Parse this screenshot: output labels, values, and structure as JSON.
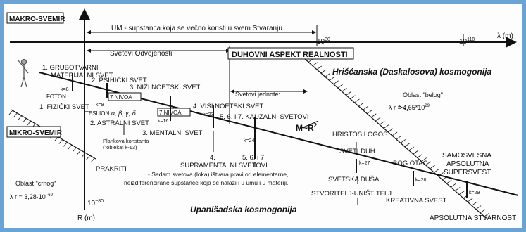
{
  "labels": {
    "makro": "MAKRO-SVEMIR",
    "mikro": "MIKRO-SVEMIR",
    "duhovni": "DUHOVNI ASPEKT REALNOSTI",
    "um": "UM - supstanca koja se večno koristi u svem Stvaranju.",
    "lambda_axis": "λ (m)",
    "r_axis": "R (m)",
    "exp30": "10",
    "exp30_sup": "30",
    "exp110": "10",
    "exp110_sup": "110",
    "exp80": "10",
    "exp80_sup": "−80",
    "svetovi_odvojenosti": "Svetovi Odvojenosti",
    "svetovi_jednote": "Svetovi jednote:",
    "hriscanska": "Hrišćanska (Daskalosova) kosmogonija",
    "upanisadska": "Upanišadska kosmogonija",
    "oblast_belog": "Oblast \"belog\"",
    "oblast_belog_val": "λ r = 4,65*10",
    "oblast_belog_sup": "29",
    "oblast_crnog": "Oblast \"crnog\"",
    "oblast_crnog_val": "λ r = 3,28·10",
    "oblast_crnog_sup": "−69",
    "m_r2": "M~R",
    "m_r2_sup": "2",
    "w1a": "1. GRUBOTVARNI",
    "w1b": "MATERIJALNI SVET",
    "w2": "2. PSIHIČKI SVET",
    "w3": "3. NIŽI NOETSKI SVET",
    "foton": "FOTON",
    "k8": "k=8",
    "k9": "k=9",
    "k16": "k=16",
    "k23": "k=23",
    "k24": "k=24",
    "k27": "k=27",
    "k28": "k=28",
    "k29": "k=29",
    "nivoa1": "7 NIVOA",
    "nivoa2": "7 NIVOA",
    "teslion": "TESLION",
    "greek": "α, β, γ, δ ...",
    "fizicki": "1. FIZIČKI SVET",
    "astralni": "2. ASTRALNI SVET",
    "mentalni": "3. MENTALNI SVET",
    "visi": "4. VIŠI NOETSKI SVET",
    "kauzalni": "5. 6. i 7. KAUZALNI SVETOVI",
    "four": "4.",
    "supramental": "SUPRAMENTALNI SVETOVI",
    "five67": "5. 6. i 7.",
    "planck1": "Plankova konstanta",
    "planck2": "(\"objekat k-13)",
    "prakriti": "PRAKRITI",
    "sedam1": "- Sedam svetova (loka) ištvara pravi od elementarne,",
    "sedam2": "neizdiferencirane supstance koja se nalazi i u umu i u materiji.",
    "hristos": "HRISTOS LOGOS",
    "sveti_duh": "SVETI DUH",
    "svetska_dusa": "SVETSKA DUŠA",
    "stvoritelj": "STVORITELJ-UNIŠTITELJ",
    "bog_otac": "BOG OTAC",
    "kreativna": "KREATIVNA SVEST",
    "samosvesna1": "SAMOSVESNA",
    "samosvesna2": "APSOLUTNA",
    "samosvesna3": "SUPERSVEST",
    "apsolutna": "APSOLUTNA STVARNOST"
  }
}
